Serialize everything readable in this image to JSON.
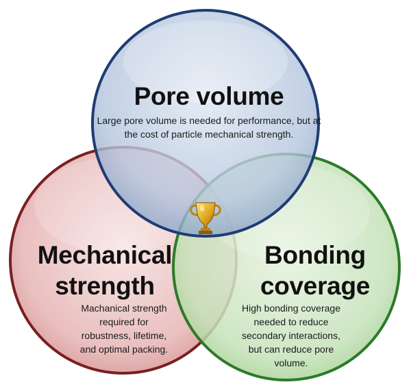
{
  "circles": [
    {
      "id": "pore",
      "title": "Pore volume",
      "description": "Large pore volume is needed for performance, but at the cost of particle mechanical strength.",
      "fill": "#b9c9df",
      "stroke": "#1f3c73"
    },
    {
      "id": "mechanical",
      "title_lines": [
        "Mechanical",
        "strength"
      ],
      "description_lines": [
        "Machanical strength",
        "required for",
        "robustness, lifetime,",
        "and optimal packing."
      ],
      "fill": "#e6b3b3",
      "stroke": "#7a1f23"
    },
    {
      "id": "bonding",
      "title_lines": [
        "Bonding",
        "coverage"
      ],
      "description_lines": [
        "High bonding coverage",
        "needed to reduce",
        "secondary interactions,",
        "but can reduce pore",
        "volume."
      ],
      "fill": "#c4e0b8",
      "stroke": "#2c7a2a"
    }
  ],
  "center_icon": "trophy-icon",
  "center_icon_color": "#d9a21b"
}
